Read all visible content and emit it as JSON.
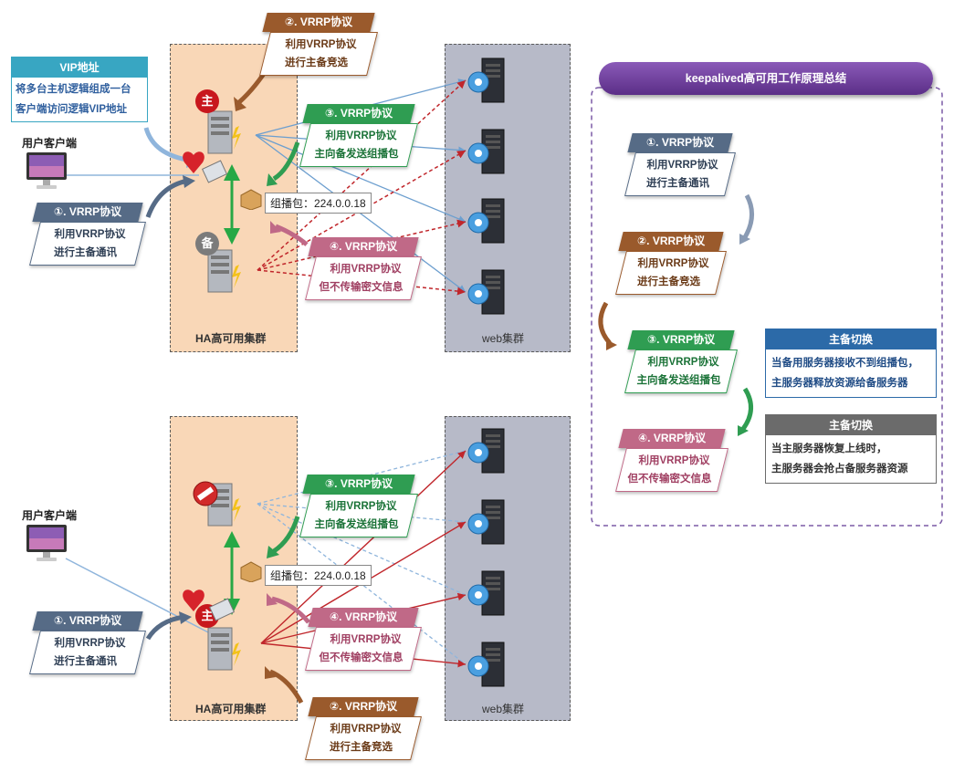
{
  "vip_box": {
    "title": "VIP地址",
    "line1": "将多台主机逻辑组成一台",
    "line2": "客户端访问逻辑VIP地址"
  },
  "client_label": "用户客户端",
  "ha_label": "HA高可用集群",
  "web_label": "web集群",
  "multicast": "组播包：224.0.0.18",
  "master_badge": "主",
  "backup_badge": "备",
  "tag1": {
    "head": "①. VRRP协议",
    "line1": "利用VRRP协议",
    "line2": "进行主备通讯"
  },
  "tag2": {
    "head": "②. VRRP协议",
    "line1": "利用VRRP协议",
    "line2": "进行主备竞选"
  },
  "tag3": {
    "head": "③. VRRP协议",
    "line1": "利用VRRP协议",
    "line2": "主向备发送组播包"
  },
  "tag4": {
    "head": "④. VRRP协议",
    "line1": "利用VRRP协议",
    "line2": "但不传输密文信息"
  },
  "summary": {
    "title": "keepalived高可用工作原理总结"
  },
  "switch1": {
    "title": "主备切换",
    "line1": "当备用服务器接收不到组播包，",
    "line2": "主服务器释放资源给备服务器"
  },
  "switch2": {
    "title": "主备切换",
    "line1": "当主服务器恢复上线时，",
    "line2": "主服务器会抢占备服务器资源"
  },
  "colors": {
    "ha_zone": "#f9d7b7",
    "web_zone": "#b7bac8",
    "tag1": "#566b86",
    "tag2": "#9a5a2c",
    "tag3": "#2f9d52",
    "tag4": "#c06987",
    "summary": "#6a3c96"
  }
}
